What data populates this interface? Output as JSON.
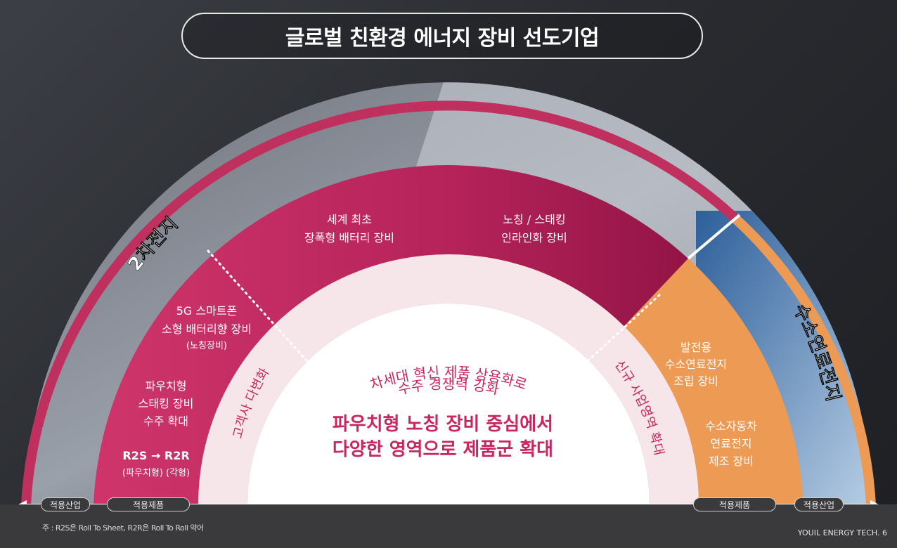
{
  "title": "글로벌 친환경 에너지 장비 선도기업",
  "sections": {
    "secondary_battery": "2차전지",
    "fuel_cell": "수소연료전지"
  },
  "arc_band": {
    "customer": "고객사 다변화",
    "new_business": "신규 사업영역 확대"
  },
  "products": {
    "p1_line1": "세계 최초",
    "p1_line2": "장폭형 배터리 장비",
    "p2_line1": "노칭 / 스태킹",
    "p2_line2": "인라인화 장비",
    "p3_line1": "5G 스마트폰",
    "p3_line2": "소형 배터리향 장비",
    "p3_line3": "(노칭장비)",
    "p4_line1": "파우치형",
    "p4_line2": "스태킹 장비",
    "p4_line3": "수주 확대",
    "p5_line1": "R2S → R2R",
    "p5_line2": "(파우치형) (각형)",
    "p6_line1": "발전용",
    "p6_line2": "수소연료전지",
    "p6_line3": "조립 장비",
    "p7_line1": "수소자동차",
    "p7_line2": "연료전지",
    "p7_line3": "제조 장비"
  },
  "inner_band": {
    "line1": "차세대 혁신 제품 상용화로",
    "line2": "수주 경쟁력 강화"
  },
  "center": {
    "line1": "파우치형 노칭 장비 중심에서",
    "line2": "다양한 영역으로 제품군 확대"
  },
  "labels": {
    "industry_left": "적용산업",
    "product_left": "적용제품",
    "product_right": "적용제품",
    "industry_right": "적용산업"
  },
  "footnote": "주 : R2S은 Roll To Sheet, R2R은 Roll To Roll 약어",
  "page_info": "YOUIL ENERGY TECH.  6",
  "colors": {
    "magenta": "#c0305f",
    "magenta_dark": "#9e1850",
    "orange": "#ed9a54",
    "pink_light": "#f6e6ea",
    "text_magenta": "#c9265f"
  }
}
